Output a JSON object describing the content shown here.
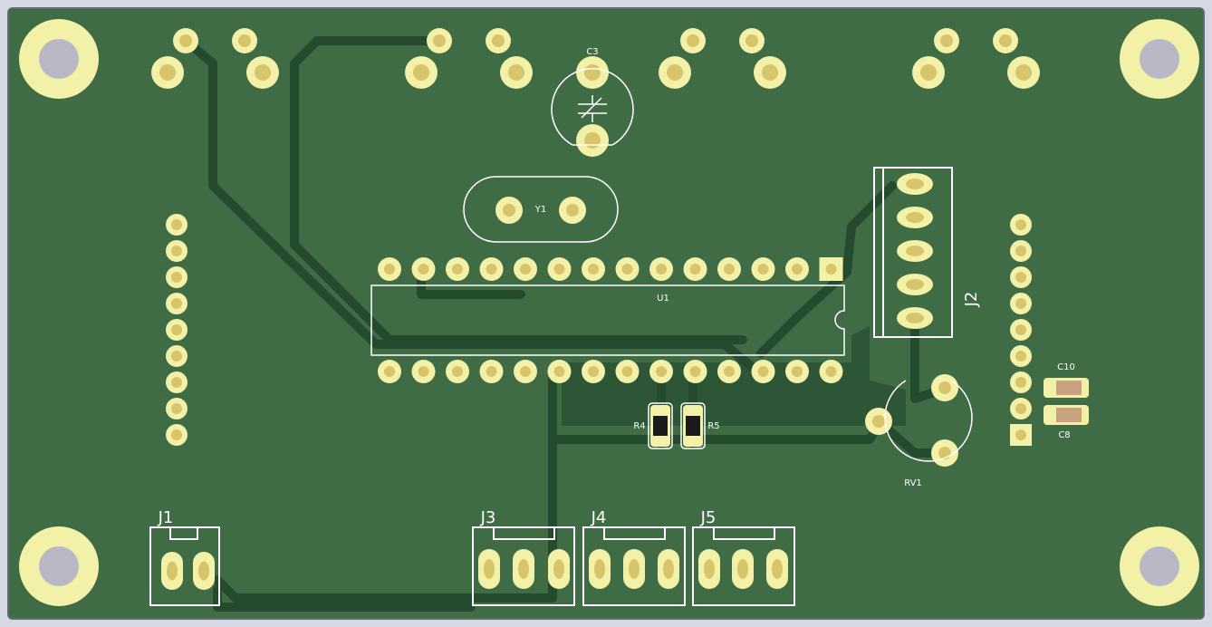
{
  "board": {
    "colors": {
      "background": "#d6d8e6",
      "pcb": "#3f6b45",
      "pcb_edge": "#5e6f73",
      "trace": "#254b2f",
      "pad": "#f3f0a8",
      "pad_inner": "#d8c46a",
      "drill": "#b9b9c6",
      "silkscreen": "#ffffff",
      "zone": "#2c5636",
      "smd_body": "#1b1b1b",
      "smd_cap": "#caa27f"
    },
    "labels": {
      "c3": "C3",
      "y1": "Y1",
      "u1": "U1",
      "j2": "J2",
      "r4": "R4",
      "r5": "R5",
      "rv1": "RV1",
      "c10": "C10",
      "c8": "C8",
      "j1": "J1",
      "j3": "J3",
      "j4": "J4",
      "j5": "J5"
    }
  }
}
